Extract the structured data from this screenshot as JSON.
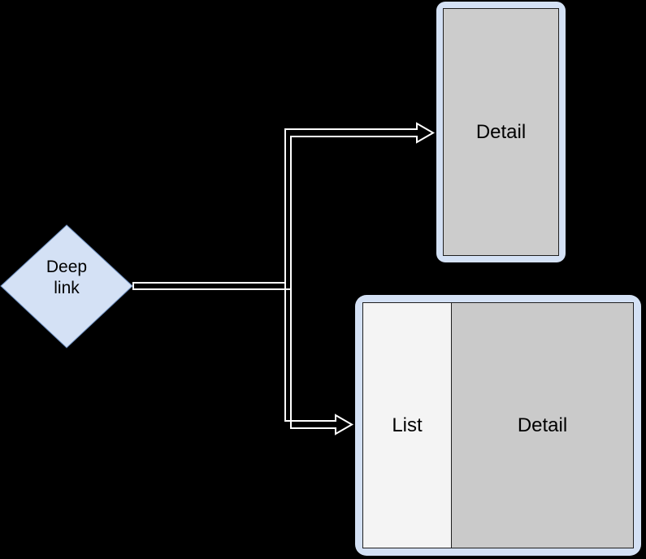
{
  "diagram": {
    "background_color": "#000000",
    "nodes": {
      "deep_link": {
        "label_line1": "Deep",
        "label_line2": "link",
        "shape": "diamond",
        "fill_color": "#d4e1f5",
        "stroke_color": "#6c8ebf"
      },
      "phone": {
        "screen_label": "Detail",
        "shape": "phone",
        "frame_color": "#d4e1f5",
        "screen_color": "#cccccc"
      },
      "tablet": {
        "list_label": "List",
        "detail_label": "Detail",
        "shape": "tablet",
        "frame_color": "#d4e1f5",
        "list_color": "#f4f4f4",
        "detail_color": "#cacaca"
      }
    },
    "edges": [
      {
        "from": "deep_link",
        "to": "phone",
        "style": "orthogonal-open-arrow",
        "stroke_color": "#ffffff"
      },
      {
        "from": "deep_link",
        "to": "tablet",
        "style": "orthogonal-open-arrow",
        "stroke_color": "#ffffff"
      }
    ]
  }
}
